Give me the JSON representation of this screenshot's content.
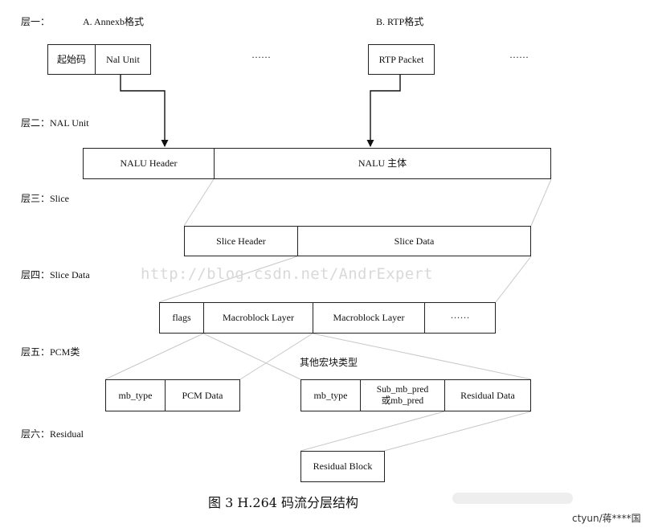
{
  "layers": {
    "l1": "层一：",
    "l1a": "A. Annexb格式",
    "l1b": "B. RTP格式",
    "l2": "层二：NAL Unit",
    "l3": "层三：Slice",
    "l4": "层四：Slice Data",
    "l5": "层五：PCM类",
    "l6": "层六：Residual"
  },
  "boxes": {
    "start_code": "起始码",
    "nal_unit": "Nal Unit",
    "ellipsis_a": "······",
    "rtp_packet": "RTP Packet",
    "ellipsis_b": "······",
    "nalu_header": "NALU Header",
    "nalu_body": "NALU 主体",
    "slice_header": "Slice Header",
    "slice_data": "Slice Data",
    "flags": "flags",
    "mb_layer_1": "Macroblock Layer",
    "mb_layer_2": "Macroblock Layer",
    "ellipsis_c": "······",
    "other_mb_types": "其他宏块类型",
    "mb_type_pcm": "mb_type",
    "pcm_data": "PCM Data",
    "mb_type_other": "mb_type",
    "sub_mb_pred": "Sub_mb_pred\n或mb_pred",
    "residual_data": "Residual Data",
    "residual_block": "Residual Block"
  },
  "caption": "图 3 H.264 码流分层结构",
  "watermark": "http://blog.csdn.net/AndrExpert",
  "credit": "ctyun/蒋****国"
}
